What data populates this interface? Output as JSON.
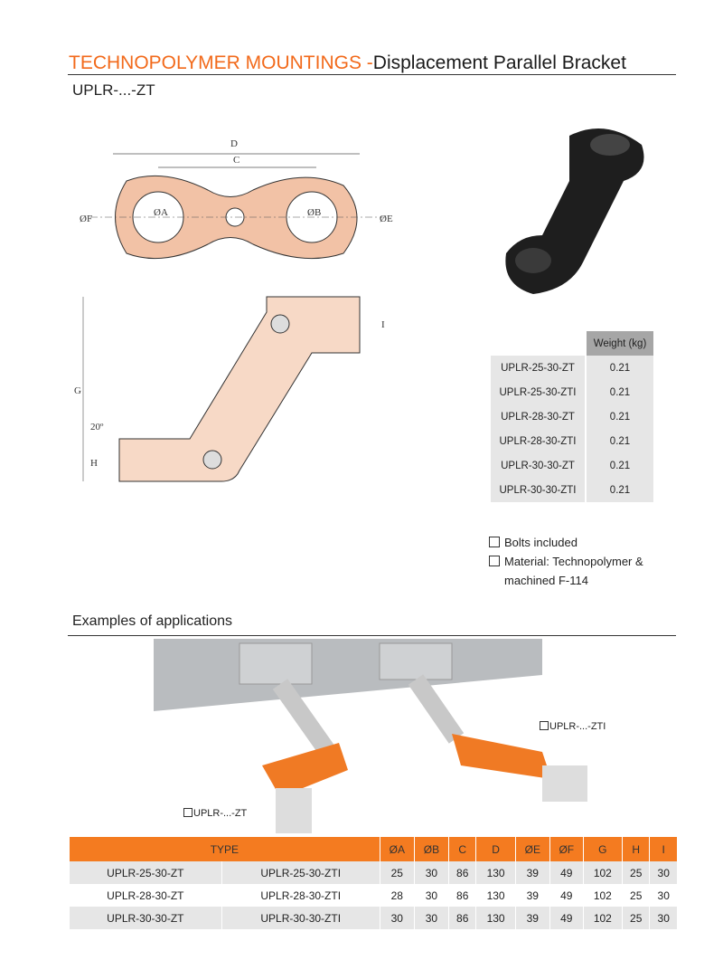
{
  "header": {
    "title_orange": "TECHNOPOLYMER MOUNTINGS -",
    "title_black": "Displacement Parallel  Bracket",
    "subtitle": "UPLR-...-ZT"
  },
  "drawing": {
    "labels": {
      "D": "D",
      "C": "C",
      "F": "ØF",
      "E": "ØE",
      "A": "ØA",
      "B": "ØB",
      "G": "G",
      "I": "I",
      "H": "H",
      "angle": "20º"
    }
  },
  "weight_table": {
    "header": "Weight (kg)",
    "rows": [
      {
        "name": "UPLR-25-30-ZT",
        "weight": "0.21"
      },
      {
        "name": "UPLR-25-30-ZTI",
        "weight": "0.21"
      },
      {
        "name": "UPLR-28-30-ZT",
        "weight": "0.21"
      },
      {
        "name": "UPLR-28-30-ZTI",
        "weight": "0.21"
      },
      {
        "name": "UPLR-30-30-ZT",
        "weight": "0.21"
      },
      {
        "name": "UPLR-30-30-ZTI",
        "weight": "0.21"
      }
    ]
  },
  "notes": [
    "Bolts included",
    "Material: Technopolymer &",
    "machined F-114"
  ],
  "examples": {
    "title": "Examples of applications",
    "label_zti": "UPLR-...-ZTI",
    "label_zt": "UPLR-...-ZT"
  },
  "spec_table": {
    "headers": [
      "TYPE",
      "ØA",
      "ØB",
      "C",
      "D",
      "ØE",
      "ØF",
      "G",
      "H",
      "I"
    ],
    "rows": [
      [
        "UPLR-25-30-ZT",
        "UPLR-25-30-ZTI",
        "25",
        "30",
        "86",
        "130",
        "39",
        "49",
        "102",
        "25",
        "30"
      ],
      [
        "UPLR-28-30-ZT",
        "UPLR-28-30-ZTI",
        "28",
        "30",
        "86",
        "130",
        "39",
        "49",
        "102",
        "25",
        "30"
      ],
      [
        "UPLR-30-30-ZT",
        "UPLR-30-30-ZTI",
        "30",
        "30",
        "86",
        "130",
        "39",
        "49",
        "102",
        "25",
        "30"
      ]
    ]
  },
  "colors": {
    "accent": "#f26a1b",
    "table_header": "#f47b20",
    "part": "#f2c2a6"
  }
}
